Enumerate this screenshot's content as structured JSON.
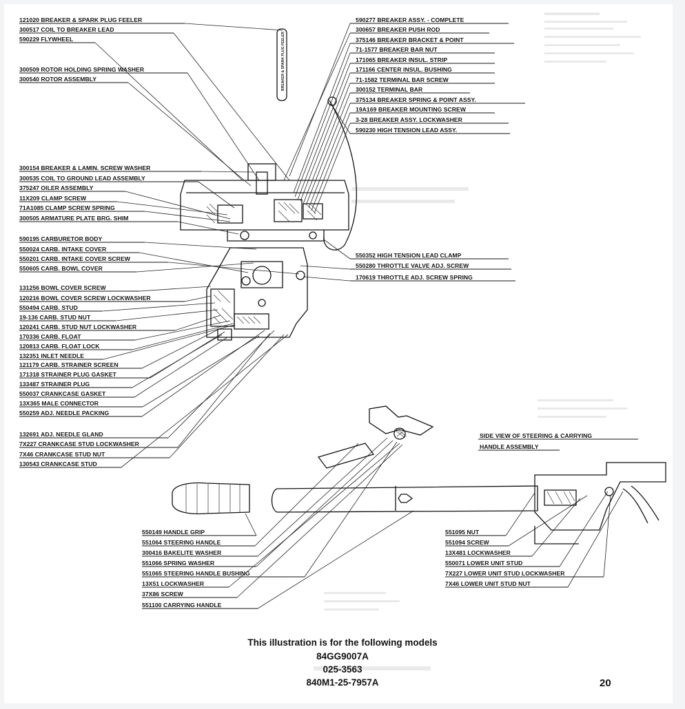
{
  "engine_labels_left": [
    "121020 BREAKER & SPARK PLUG FEELER",
    "300517 COIL TO BREAKER LEAD",
    "590229 FLYWHEEL",
    "300509 ROTOR HOLDING SPRING WASHER",
    "300540 ROTOR ASSEMBLY",
    "300154 BREAKER & LAMIN. SCREW WASHER",
    "300535 COIL TO GROUND LEAD ASSEMBLY",
    "375247 OILER ASSEMBLY",
    "11X209 CLAMP SCREW",
    "71A1085 CLAMP SCREW SPRING",
    "300505 ARMATURE PLATE BRG. SHIM",
    "590195 CARBURETOR BODY",
    "550024 CARB. INTAKE COVER",
    "550201 CARB. INTAKE COVER SCREW",
    "550605 CARB. BOWL COVER",
    "131256 BOWL COVER SCREW",
    "120216 BOWL COVER SCREW LOCKWASHER",
    "550494 CARB. STUD",
    "19-136 CARB. STUD NUT",
    "120241 CARB. STUD NUT LOCKWASHER",
    "170336 CARB. FLOAT",
    "120813 CARB. FLOAT LOCK",
    "132351 INLET NEEDLE",
    "121179 CARB. STRAINER SCREEN",
    "171318 STRAINER PLUG GASKET",
    "133487 STRAINER PLUG",
    "550037 CRANKCASE GASKET",
    "13X365 MALE CONNECTOR",
    "550259 ADJ. NEEDLE PACKING",
    "132691 ADJ. NEEDLE GLAND",
    "7X227 CRANKCASE STUD LOCKWASHER",
    "7X46 CRANKCASE STUD NUT",
    "130543 CRANKCASE STUD"
  ],
  "engine_labels_right": [
    "590277 BREAKER ASSY. - COMPLETE",
    "300657 BREAKER PUSH ROD",
    "375146 BREAKER BRACKET & POINT",
    "71-1577 BREAKER BAR NUT",
    "171065 BREAKER INSUL. STRIP",
    "171166 CENTER INSUL. BUSHING",
    "71-1582 TERMINAL BAR SCREW",
    "300152 TERMINAL BAR",
    "375134 BREAKER SPRING & POINT ASSY.",
    "19A169 BREAKER MOUNTING SCREW",
    "3-28 BREAKER ASSY. LOCKWASHER",
    "590230 HIGH TENSION LEAD ASSY.",
    "550352 HIGH TENSION LEAD CLAMP",
    "550280 THROTTLE VALVE ADJ. SCREW",
    "170619 THROTTLE ADJ. SCREW SPRING"
  ],
  "feeler_gauge_text": "BREAKER & SPARK PLUG FEELER",
  "handle_labels": [
    "550149 HANDLE GRIP",
    "551064 STEERING HANDLE",
    "300416 BAKELITE WASHER",
    "551066 SPRING WASHER",
    "551065 STEERING HANDLE BUSHING",
    "13X51 LOCKWASHER",
    "37X86 SCREW",
    "551100 CARRYING HANDLE"
  ],
  "side_view": {
    "title_line1": "SIDE VIEW OF STEERING & CARRYING",
    "title_line2": "HANDLE ASSEMBLY",
    "labels": [
      "551095 NUT",
      "551094 SCREW",
      "13X481 LOCKWASHER",
      "550071 LOWER UNIT STUD",
      "7X227 LOWER UNIT STUD LOCKWASHER",
      "7X46 LOWER UNIT STUD NUT"
    ]
  },
  "caption": {
    "line1": "This illustration is for the following models",
    "models": [
      "84GG9007A",
      "025-3563",
      "840M1-25-7957A"
    ]
  },
  "page_number": "20"
}
